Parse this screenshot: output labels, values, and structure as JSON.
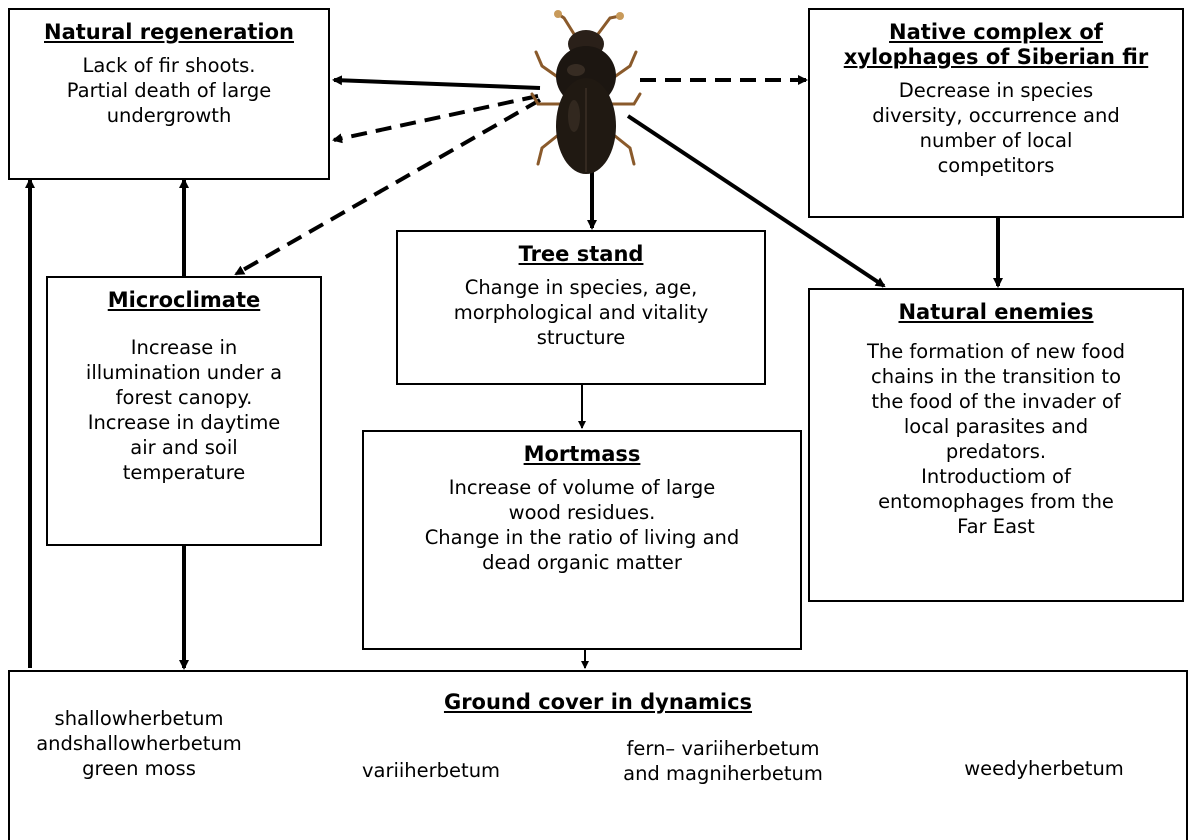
{
  "boxes": {
    "natural_regeneration": {
      "title": "Natural regeneration",
      "lines": [
        "Lack of fir shoots.",
        "Partial death of large",
        "undergrowth"
      ]
    },
    "native_complex": {
      "title_lines": [
        "Native complex of",
        "xylophages of Siberian fir"
      ],
      "lines": [
        "Decrease in species",
        "diversity, occurrence and",
        "number of local",
        "competitors"
      ]
    },
    "microclimate": {
      "title": "Microclimate",
      "lines": [
        "Increase in",
        "illumination under a",
        "forest canopy.",
        "Increase in daytime",
        "air and soil",
        "temperature"
      ]
    },
    "tree_stand": {
      "title": "Tree stand",
      "lines": [
        "Change in species, age,",
        "morphological and vitality",
        "structure"
      ]
    },
    "natural_enemies": {
      "title": "Natural enemies",
      "lines": [
        "The formation of new food",
        "chains in the transition to",
        "the food of the invader of",
        "local parasites and",
        "predators.",
        "Introductiom of",
        "entomophages from the",
        "Far East"
      ]
    },
    "mortmass": {
      "title": "Mortmass",
      "lines": [
        "Increase of volume of large",
        "wood residues.",
        "Change in the ratio of living and",
        "dead organic matter"
      ]
    },
    "ground_cover": {
      "title": "Ground cover in dynamics",
      "stages": [
        [
          "shallowherbetum",
          "andshallowherbetum",
          "green moss"
        ],
        [
          "variiherbetum"
        ],
        [
          "fern– variiherbetum",
          "and magniherbetum"
        ],
        [
          "weedyherbetum"
        ]
      ]
    }
  }
}
